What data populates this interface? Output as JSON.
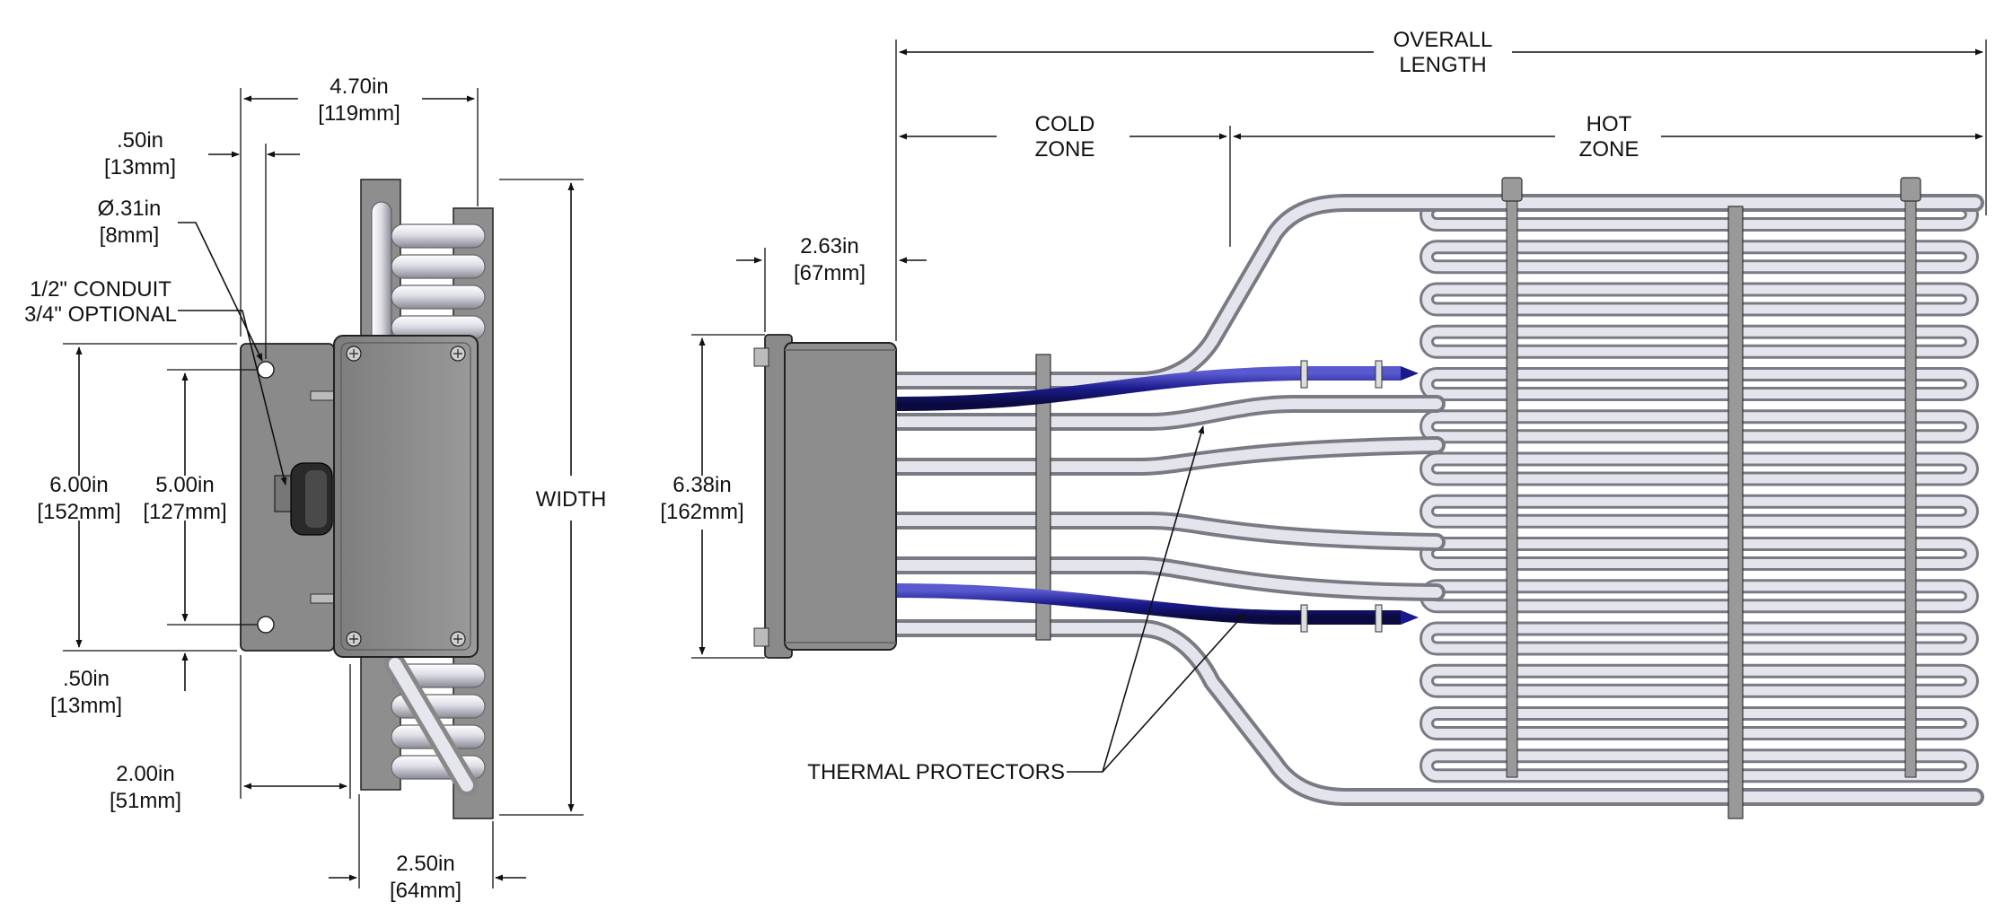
{
  "labels": {
    "overall_length": [
      "OVERALL",
      "LENGTH"
    ],
    "cold_zone": [
      "COLD",
      "ZONE"
    ],
    "hot_zone": [
      "HOT",
      "ZONE"
    ],
    "width": "WIDTH",
    "thermal_protectors": "THERMAL PROTECTORS",
    "conduit": [
      "1/2\" CONDUIT",
      "3/4\" OPTIONAL"
    ]
  },
  "dimensions": {
    "depth_total": [
      "4.70in",
      "[119mm]"
    ],
    "flange_offset_top": [
      ".50in",
      "[13mm]"
    ],
    "hole_dia": [
      "Ø.31in",
      "[8mm]"
    ],
    "flange_height": [
      "6.00in",
      "[152mm]"
    ],
    "hole_spacing": [
      "5.00in",
      "[127mm]"
    ],
    "flange_offset_bottom": [
      ".50in",
      "[13mm]"
    ],
    "box_depth": [
      "2.00in",
      "[51mm]"
    ],
    "element_depth": [
      "2.50in",
      "[64mm]"
    ],
    "box_length": [
      "2.63in",
      "[67mm]"
    ],
    "box_height": [
      "6.38in",
      "[162mm]"
    ]
  },
  "colors": {
    "line": "#111111",
    "plate": "#8c8c8c",
    "tube": "#d6d6de",
    "protector": "#1a1a8c"
  }
}
